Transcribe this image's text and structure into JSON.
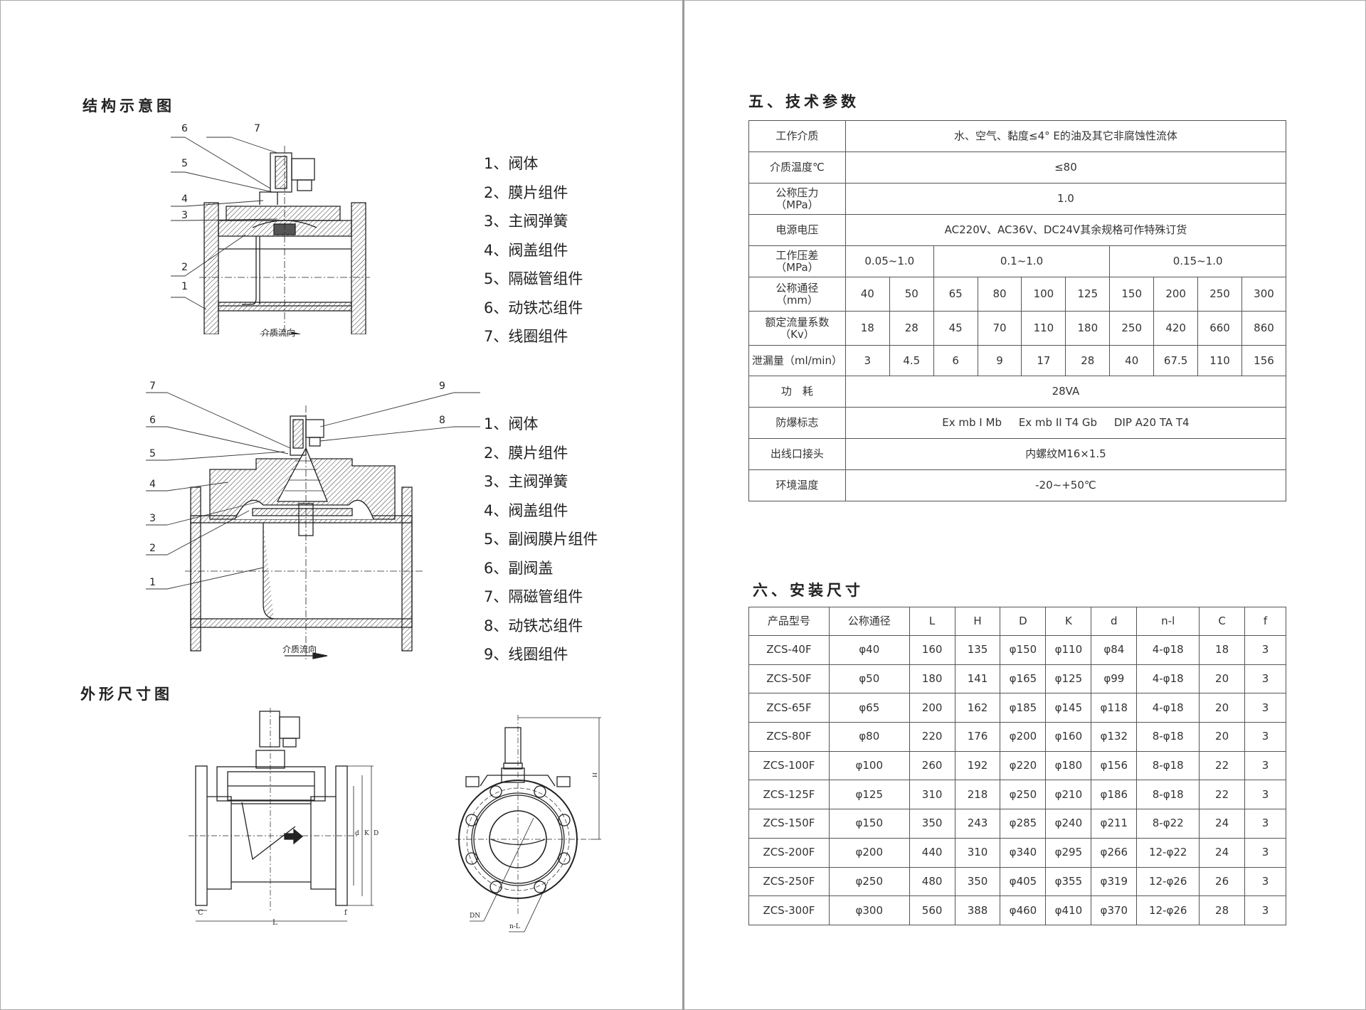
{
  "left_page": {
    "structure_title": "结构示意图",
    "diagram1": {
      "callouts": [
        "1",
        "2",
        "3",
        "4",
        "5",
        "6",
        "7"
      ],
      "flow_label": "介质流向",
      "legend": [
        "1、阀体",
        "2、膜片组件",
        "3、主阀弹簧",
        "4、阀盖组件",
        "5、隔磁管组件",
        "6、动铁芯组件",
        "7、线圈组件"
      ]
    },
    "diagram2": {
      "callouts": [
        "1",
        "2",
        "3",
        "4",
        "5",
        "6",
        "7",
        "8",
        "9"
      ],
      "flow_label": "介质流向",
      "legend": [
        "1、阀体",
        "2、膜片组件",
        "3、主阀弹簧",
        "4、阀盖组件",
        "5、副阀膜片组件",
        "6、副阀盖",
        "7、隔磁管组件",
        "8、动铁芯组件",
        "9、线圈组件"
      ]
    },
    "outline_title": "外形尺寸图",
    "outline_labels": {
      "L": "L",
      "C": "C",
      "f": "f",
      "d": "d",
      "K": "K",
      "D": "D",
      "H": "H",
      "DN": "DN",
      "nL": "n-L"
    }
  },
  "right_page": {
    "tech_title": "五、技术参数",
    "tech_params": {
      "medium": {
        "label": "工作介质",
        "value": "水、空气、黏度≤4° E的油及其它非腐蚀性流体"
      },
      "temperature": {
        "label": "介质温度℃",
        "value": "≤80"
      },
      "nominal_pressure": {
        "label": "公称压力",
        "unit": "（MPa）",
        "value": "1.0"
      },
      "voltage": {
        "label": "电源电压",
        "value": "AC220V、AC36V、DC24V其余规格可作特殊订货"
      },
      "pressure_diff": {
        "label": "工作压差",
        "unit": "（MPa）",
        "values": [
          "0.05~1.0",
          "0.1~1.0",
          "0.15~1.0"
        ]
      },
      "nominal_dia": {
        "label": "公称通径",
        "unit": "（mm）",
        "values": [
          "40",
          "50",
          "65",
          "80",
          "100",
          "125",
          "150",
          "200",
          "250",
          "300"
        ]
      },
      "flow_coef": {
        "label": "额定流量系数",
        "unit": "（Kv）",
        "values": [
          "18",
          "28",
          "45",
          "70",
          "110",
          "180",
          "250",
          "420",
          "660",
          "860"
        ]
      },
      "leakage": {
        "label": "泄漏量（ml/min）",
        "values": [
          "3",
          "4.5",
          "6",
          "9",
          "17",
          "28",
          "40",
          "67.5",
          "110",
          "156"
        ]
      },
      "power": {
        "label": "功　耗",
        "value": "28VA"
      },
      "explosion": {
        "label": "防爆标志",
        "values": [
          "Ex mb I Mb",
          "Ex mb II T4 Gb",
          "DIP A20 TA T4"
        ]
      },
      "outlet": {
        "label": "出线口接头",
        "value": "内螺纹M16×1.5"
      },
      "ambient": {
        "label": "环境温度",
        "value": "-20~+50℃"
      }
    },
    "install_title": "六、安装尺寸",
    "install_table": {
      "headers": [
        "产品型号",
        "公称通径",
        "L",
        "H",
        "D",
        "K",
        "d",
        "n-l",
        "C",
        "f"
      ],
      "rows": [
        [
          "ZCS-40F",
          "φ40",
          "160",
          "135",
          "φ150",
          "φ110",
          "φ84",
          "4-φ18",
          "18",
          "3"
        ],
        [
          "ZCS-50F",
          "φ50",
          "180",
          "141",
          "φ165",
          "φ125",
          "φ99",
          "4-φ18",
          "20",
          "3"
        ],
        [
          "ZCS-65F",
          "φ65",
          "200",
          "162",
          "φ185",
          "φ145",
          "φ118",
          "4-φ18",
          "20",
          "3"
        ],
        [
          "ZCS-80F",
          "φ80",
          "220",
          "176",
          "φ200",
          "φ160",
          "φ132",
          "8-φ18",
          "20",
          "3"
        ],
        [
          "ZCS-100F",
          "φ100",
          "260",
          "192",
          "φ220",
          "φ180",
          "φ156",
          "8-φ18",
          "22",
          "3"
        ],
        [
          "ZCS-125F",
          "φ125",
          "310",
          "218",
          "φ250",
          "φ210",
          "φ186",
          "8-φ18",
          "22",
          "3"
        ],
        [
          "ZCS-150F",
          "φ150",
          "350",
          "243",
          "φ285",
          "φ240",
          "φ211",
          "8-φ22",
          "24",
          "3"
        ],
        [
          "ZCS-200F",
          "φ200",
          "440",
          "310",
          "φ340",
          "φ295",
          "φ266",
          "12-φ22",
          "24",
          "3"
        ],
        [
          "ZCS-250F",
          "φ250",
          "480",
          "350",
          "φ405",
          "φ355",
          "φ319",
          "12-φ26",
          "26",
          "3"
        ],
        [
          "ZCS-300F",
          "φ300",
          "560",
          "388",
          "φ460",
          "φ410",
          "φ370",
          "12-φ26",
          "28",
          "3"
        ]
      ]
    }
  }
}
